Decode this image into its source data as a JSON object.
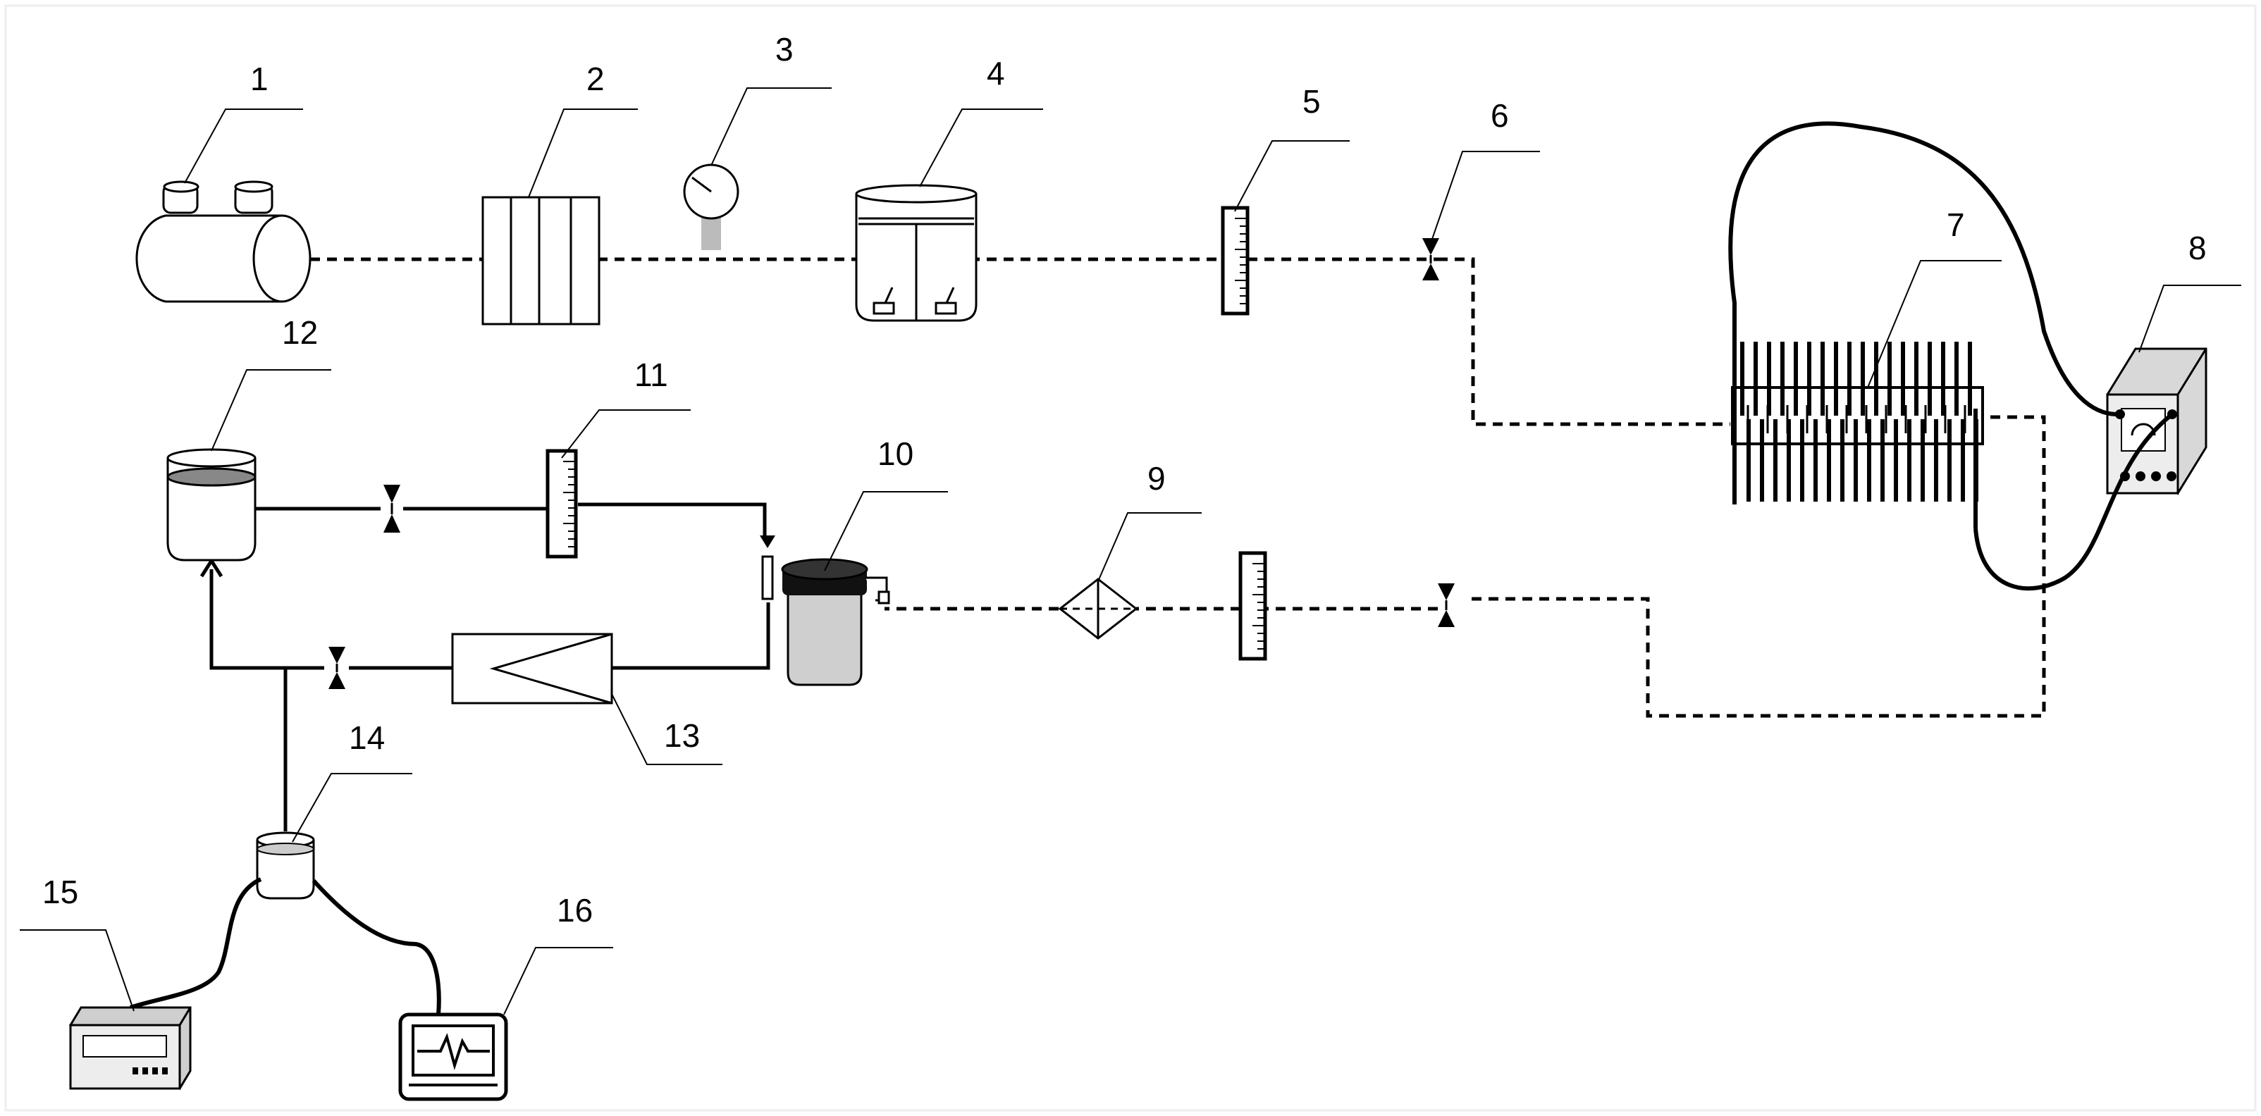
{
  "labels": {
    "n1": "1",
    "n2": "2",
    "n3": "3",
    "n4": "4",
    "n5": "5",
    "n6": "6",
    "n7": "7",
    "n8": "8",
    "n9": "9",
    "n10": "10",
    "n11": "11",
    "n12": "12",
    "n13": "13",
    "n14": "14",
    "n15": "15",
    "n16": "16"
  }
}
